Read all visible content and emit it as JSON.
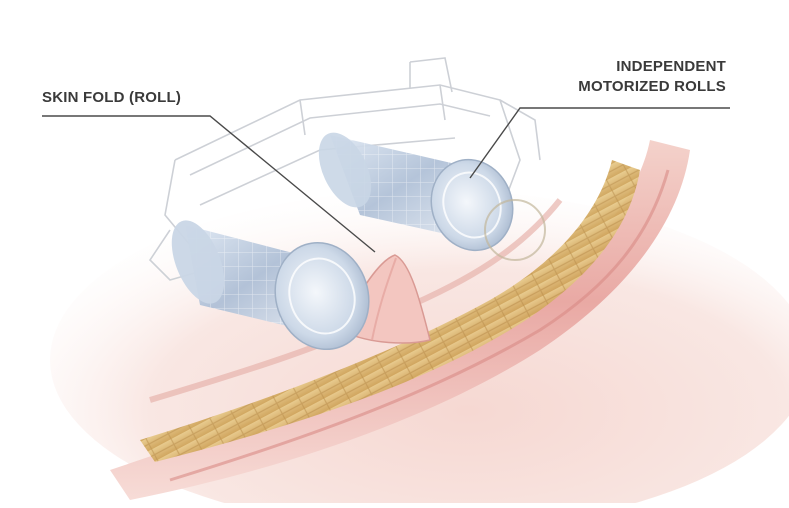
{
  "callouts": {
    "skin_fold": "SKIN FOLD (ROLL)",
    "motorized_rolls_line1": "INDEPENDENT",
    "motorized_rolls_line2": "MOTORIZED ROLLS"
  },
  "colors": {
    "label_text": "#3a3a3a",
    "leader_line": "#4a4a4a",
    "skin_surface": "#f2c9c2",
    "skin_deep": "#d98a86",
    "fat_layer": "#d9b46a",
    "roller_body": "#b9cbe0",
    "device_outline": "#c8ccd2"
  },
  "icons": {
    "device": "massage-device-outline",
    "roller": "cylinder-roller"
  }
}
